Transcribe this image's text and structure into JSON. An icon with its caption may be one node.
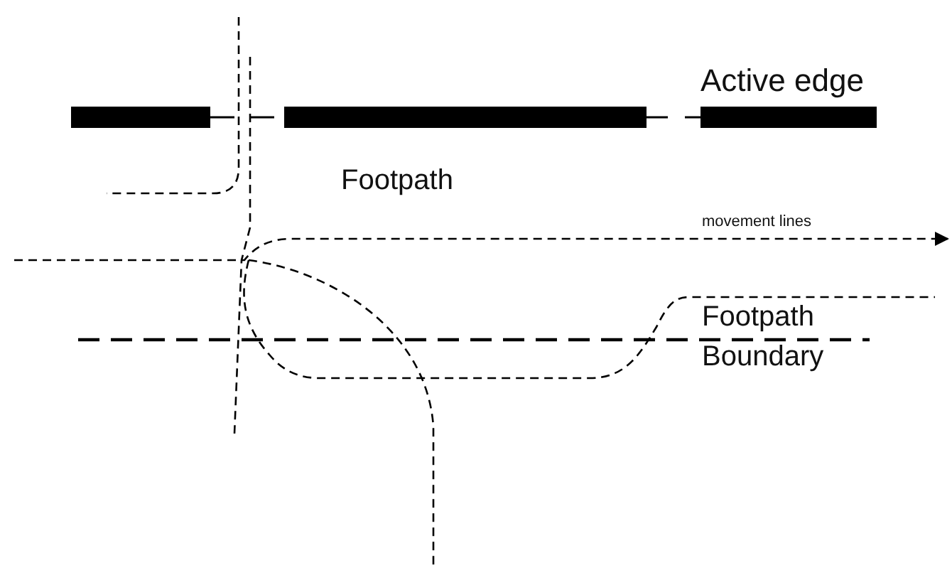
{
  "diagram": {
    "labels": [
      "Active edge",
      "Footpath",
      "movement lines",
      "Footpath Boundary"
    ]
  }
}
